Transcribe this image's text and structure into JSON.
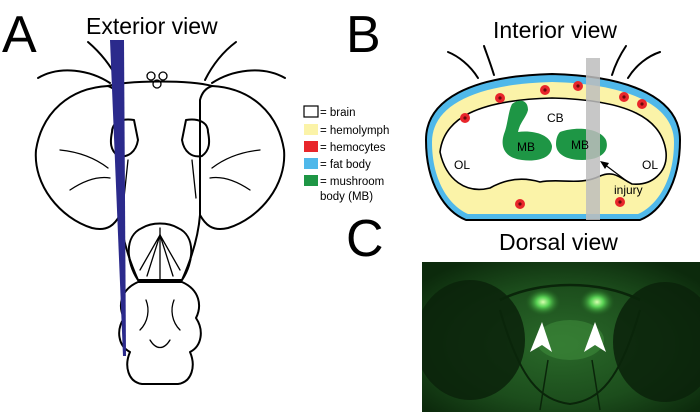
{
  "panels": {
    "a": {
      "letter": "A",
      "title": "Exterior view"
    },
    "b": {
      "letter": "B",
      "title": "Interior view"
    },
    "c": {
      "letter": "C",
      "title": "Dorsal view"
    }
  },
  "legend": [
    {
      "label": "= brain",
      "color": "#ffffff"
    },
    {
      "label": "= hemolymph",
      "color": "#fbf3a8"
    },
    {
      "label": "= hemocytes",
      "color": "#e8262b"
    },
    {
      "label": "= fat body",
      "color": "#4fb8ea"
    },
    {
      "label": "= mushroom",
      "color": "#1e9645"
    },
    {
      "label": "body (MB)",
      "color": ""
    }
  ],
  "interior_labels": {
    "cb": "CB",
    "mb_left": "MB",
    "mb_right": "MB",
    "ol_left": "OL",
    "ol_right": "OL",
    "injury": "injury"
  },
  "colors": {
    "needle": "#2b2a8c",
    "hemolymph": "#fbf3a8",
    "fat_body": "#4fb8ea",
    "hemocyte": "#e8262b",
    "mushroom_body": "#1e9645",
    "injury_track": "#bdbdbd",
    "micrograph_bg": "#0f3a0f"
  }
}
